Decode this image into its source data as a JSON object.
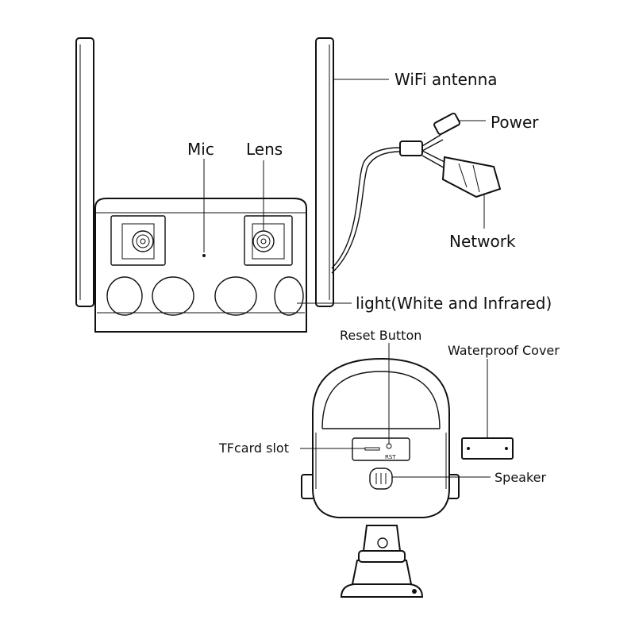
{
  "labels": {
    "wifi_antenna": "WiFi antenna",
    "power": "Power",
    "mic": "Mic",
    "lens": "Lens",
    "network": "Network",
    "light": "light(White and Infrared)",
    "reset_button": "Reset Button",
    "waterproof_cover": "Waterproof Cover",
    "tfcard_slot": "TFcard slot",
    "speaker": "Speaker",
    "rst_mark": "RST"
  }
}
